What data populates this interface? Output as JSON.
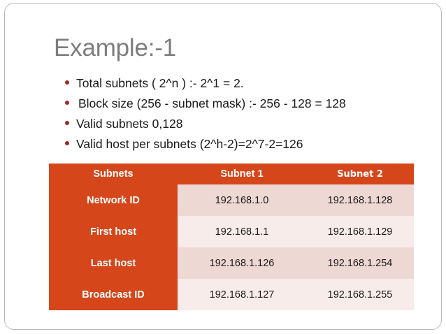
{
  "slide": {
    "title": "Example:-1",
    "bullets": [
      "Total subnets  ( 2^n ) :-  2^1  = 2.",
      "Block size (256 - subnet mask) :- 256 - 128 = 128",
      "Valid subnets 0,128",
      "Valid host per subnets (2^h-2)=2^7-2=126"
    ],
    "table": {
      "headers": [
        "Subnets",
        "Subnet 1",
        "Subnet 2"
      ],
      "rows": [
        {
          "label": "Network ID",
          "subnet1": "192.168.1.0",
          "subnet2": "192.168.1.128"
        },
        {
          "label": "First host",
          "subnet1": "192.168.1.1",
          "subnet2": "192.168.1.129"
        },
        {
          "label": "Last host",
          "subnet1": "192.168.1.126",
          "subnet2": "192.168.1.254"
        },
        {
          "label": "Broadcast ID",
          "subnet1": "192.168.1.127",
          "subnet2": "192.168.1.255"
        }
      ]
    },
    "colors": {
      "header_orange": "#d5461b",
      "row_band_dark": "#eed8d4",
      "row_band_light": "#f8ecea",
      "bullet_red": "#9b2b22",
      "title_gray": "#7d7d7d"
    }
  }
}
